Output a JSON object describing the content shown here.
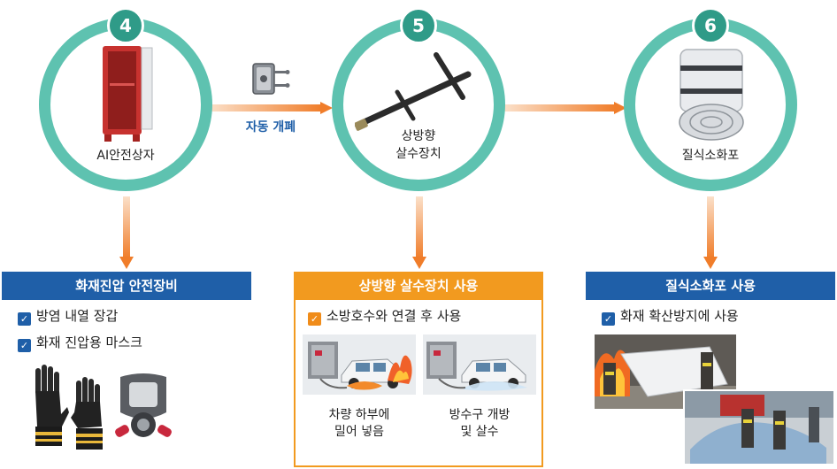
{
  "steps": [
    {
      "number": "4",
      "label_lines": [
        "AI안전상자"
      ]
    },
    {
      "number": "5",
      "label_lines": [
        "상방향",
        "살수장치"
      ]
    },
    {
      "number": "6",
      "label_lines": [
        "질식소화포"
      ]
    }
  ],
  "connector": {
    "label": "자동 개폐"
  },
  "panels": {
    "left": {
      "title": "화재진압 안전장비",
      "items": [
        "방염 내열 장갑",
        "화재 진압용 마스크"
      ]
    },
    "center": {
      "title": "상방향 살수장치 사용",
      "items": [
        "소방호수와 연결 후 사용"
      ],
      "captions": [
        [
          "차량 하부에",
          "밀어 넣음"
        ],
        [
          "방수구 개방",
          "및 살수"
        ]
      ]
    },
    "right": {
      "title": "질식소화포 사용",
      "items": [
        "화재 확산방지에 사용"
      ]
    }
  },
  "colors": {
    "teal": "#5ec2b0",
    "teal_dark": "#2f9b88",
    "blue": "#1f5fa8",
    "orange": "#f29a1f",
    "arrow": "#f07d2a"
  }
}
